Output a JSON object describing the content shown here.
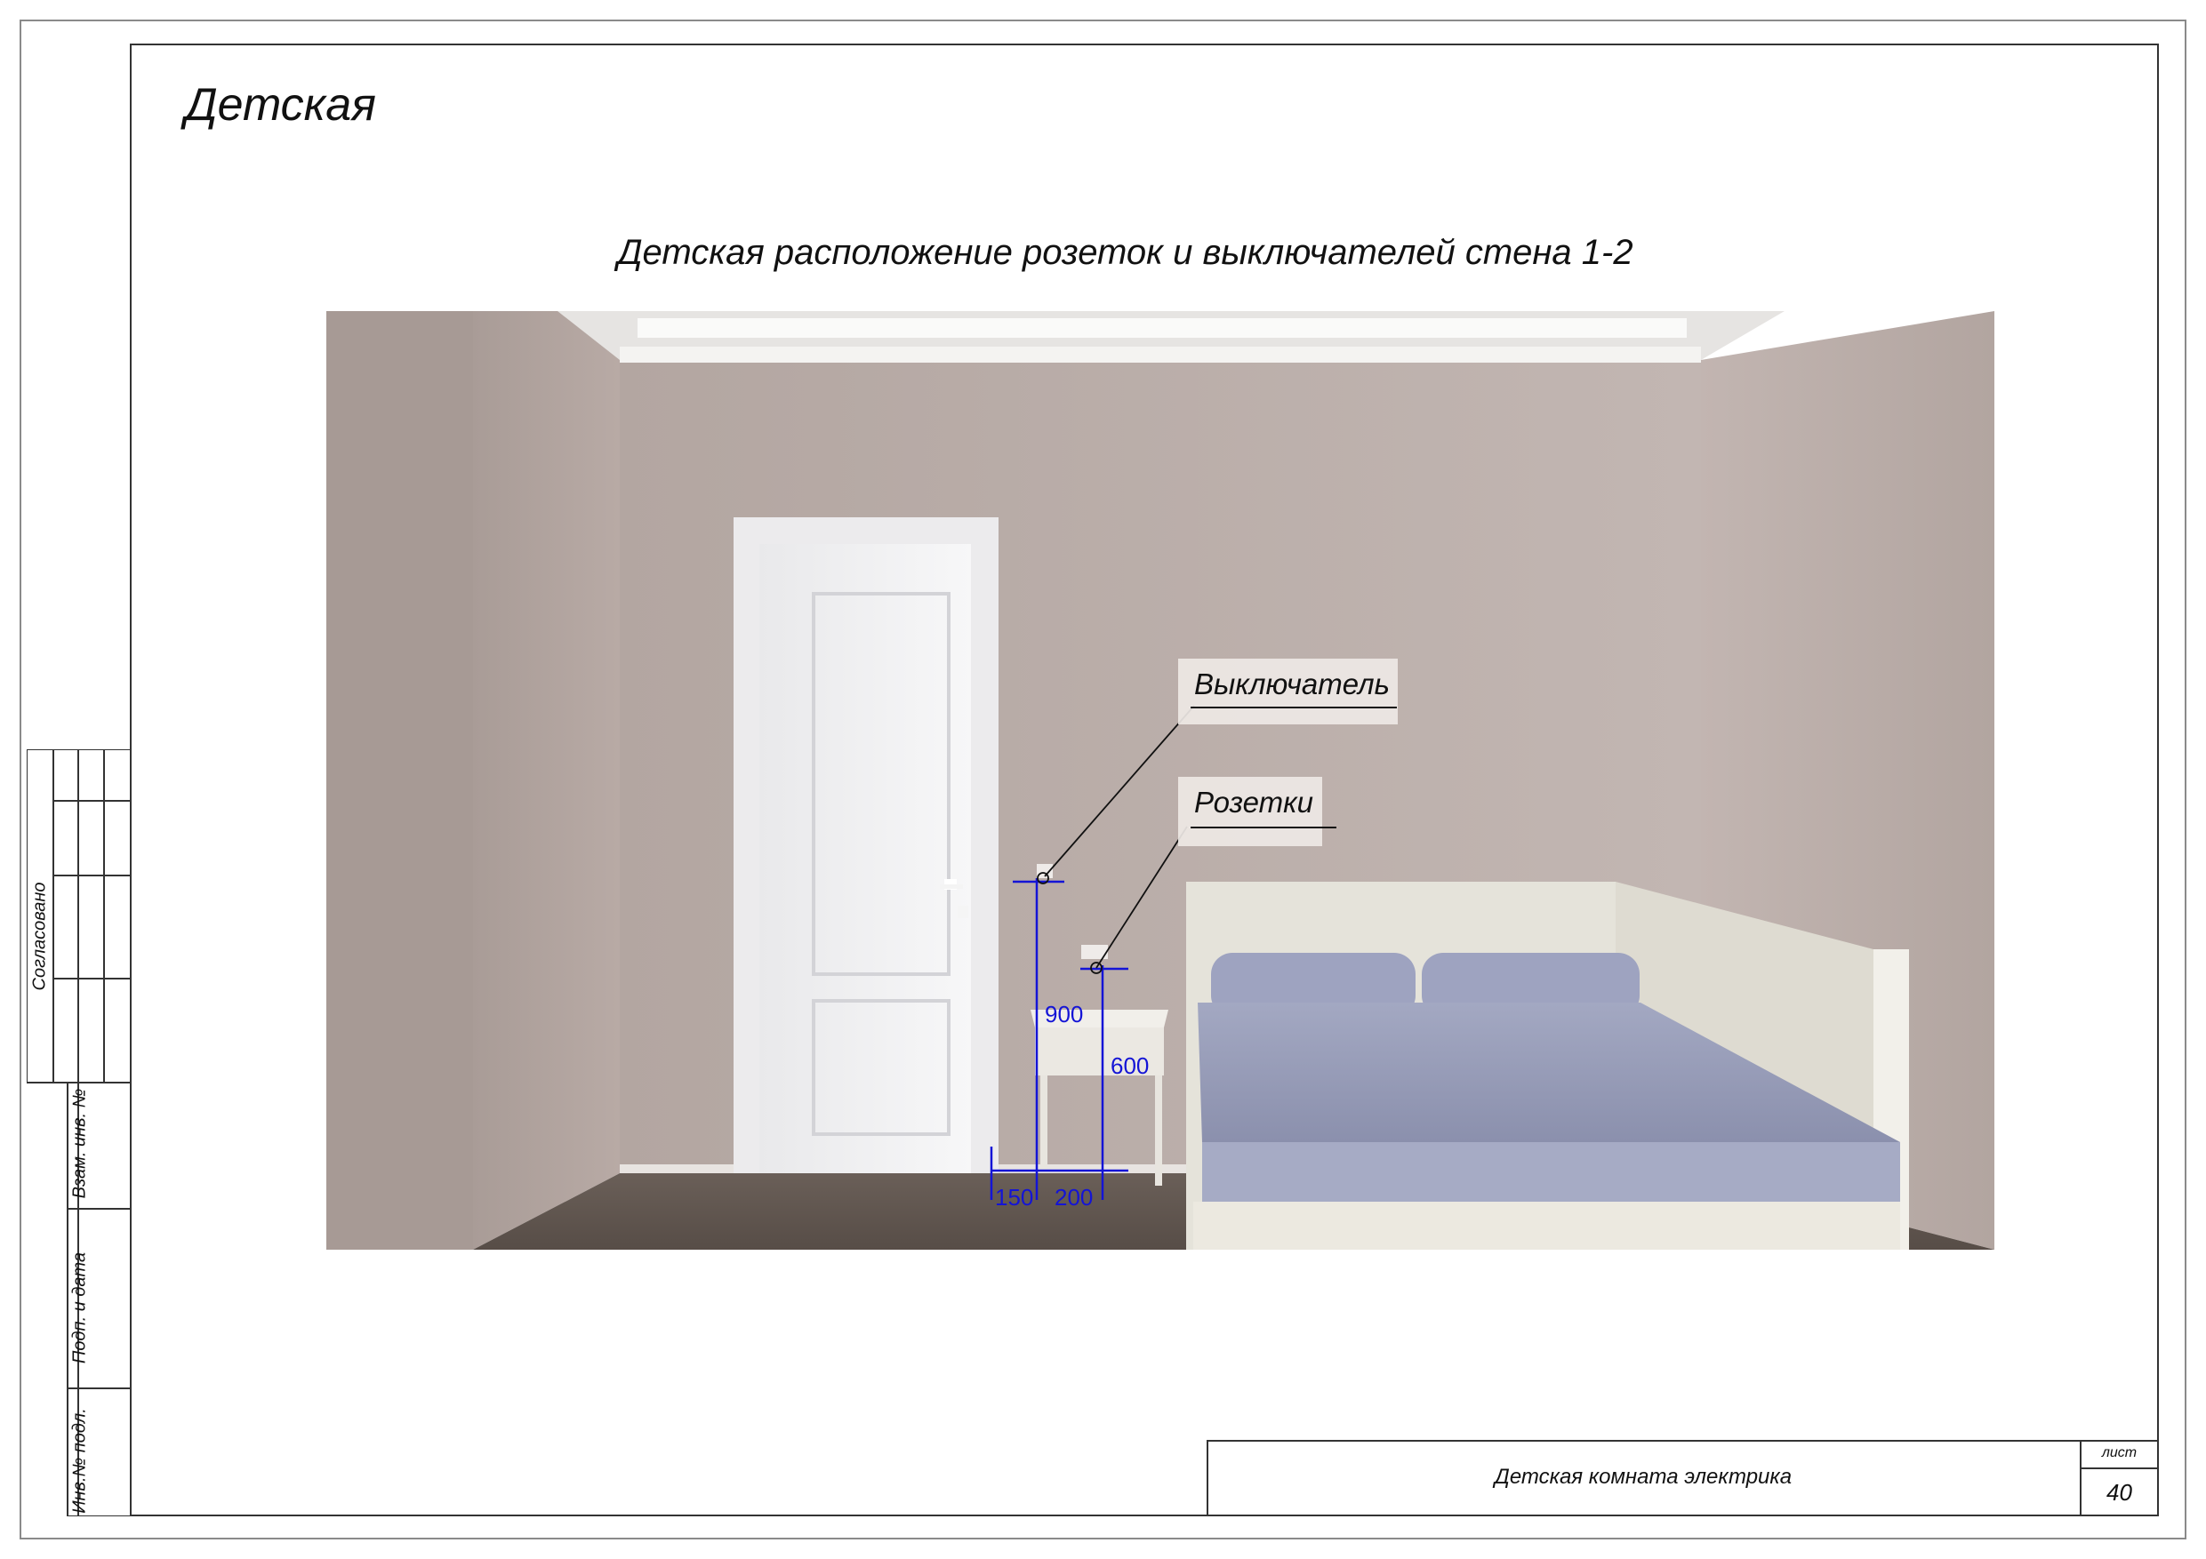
{
  "room_title": "Детская",
  "view_title": "Детская расположение розеток и выключателей стена 1-2",
  "callouts": {
    "switch_label": "Выключатель",
    "sockets_label": "Розетки"
  },
  "dimensions": {
    "switch_height": "900",
    "socket_height": "600",
    "switch_offset": "150",
    "socket_offset": "200"
  },
  "side_stamp": {
    "agreed": "Согласовано",
    "replaced_inv": "Взам. инв. №",
    "signature_date": "Подп. и дата",
    "original_inv": "Инв.№ подл."
  },
  "title_block": {
    "drawing_title": "Детская комната электрика",
    "sheet_label": "лист",
    "sheet_number": "40"
  },
  "colors": {
    "dimension": "#1414d6",
    "wall": "#bcaea9",
    "bedding": "#9aa0bd"
  }
}
